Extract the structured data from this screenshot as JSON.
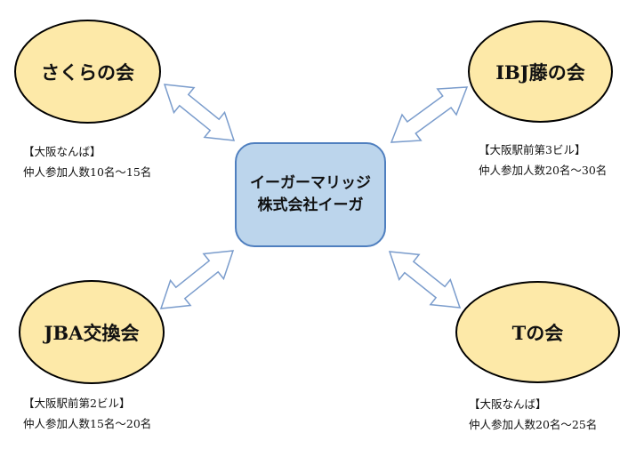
{
  "colors": {
    "ellipse_fill": "#fde9a8",
    "center_fill": "#bcd5ec",
    "center_border": "#4f7fbf",
    "arrow_fill": "#ffffff",
    "arrow_stroke": "#7a9ccc"
  },
  "center": {
    "line1": "イーガーマリッジ",
    "line2": "株式会社イーガ"
  },
  "groups": {
    "sakura": {
      "name": "さくらの会",
      "location": "【大阪なんば】",
      "members": "仲人参加人数10名〜15名"
    },
    "ibj": {
      "name": "IBJ藤の会",
      "location": "【大阪駅前第3ビル】",
      "members": "仲人参加人数20名〜30名"
    },
    "jba": {
      "name": "JBA交換会",
      "location": "【大阪駅前第2ビル】",
      "members": "仲人参加人数15名〜20名"
    },
    "t": {
      "name": "Tの会",
      "location": "【大阪なんば】",
      "members": "仲人参加人数20名〜25名"
    }
  },
  "connections": [
    "sakura",
    "ibj",
    "jba",
    "t"
  ]
}
